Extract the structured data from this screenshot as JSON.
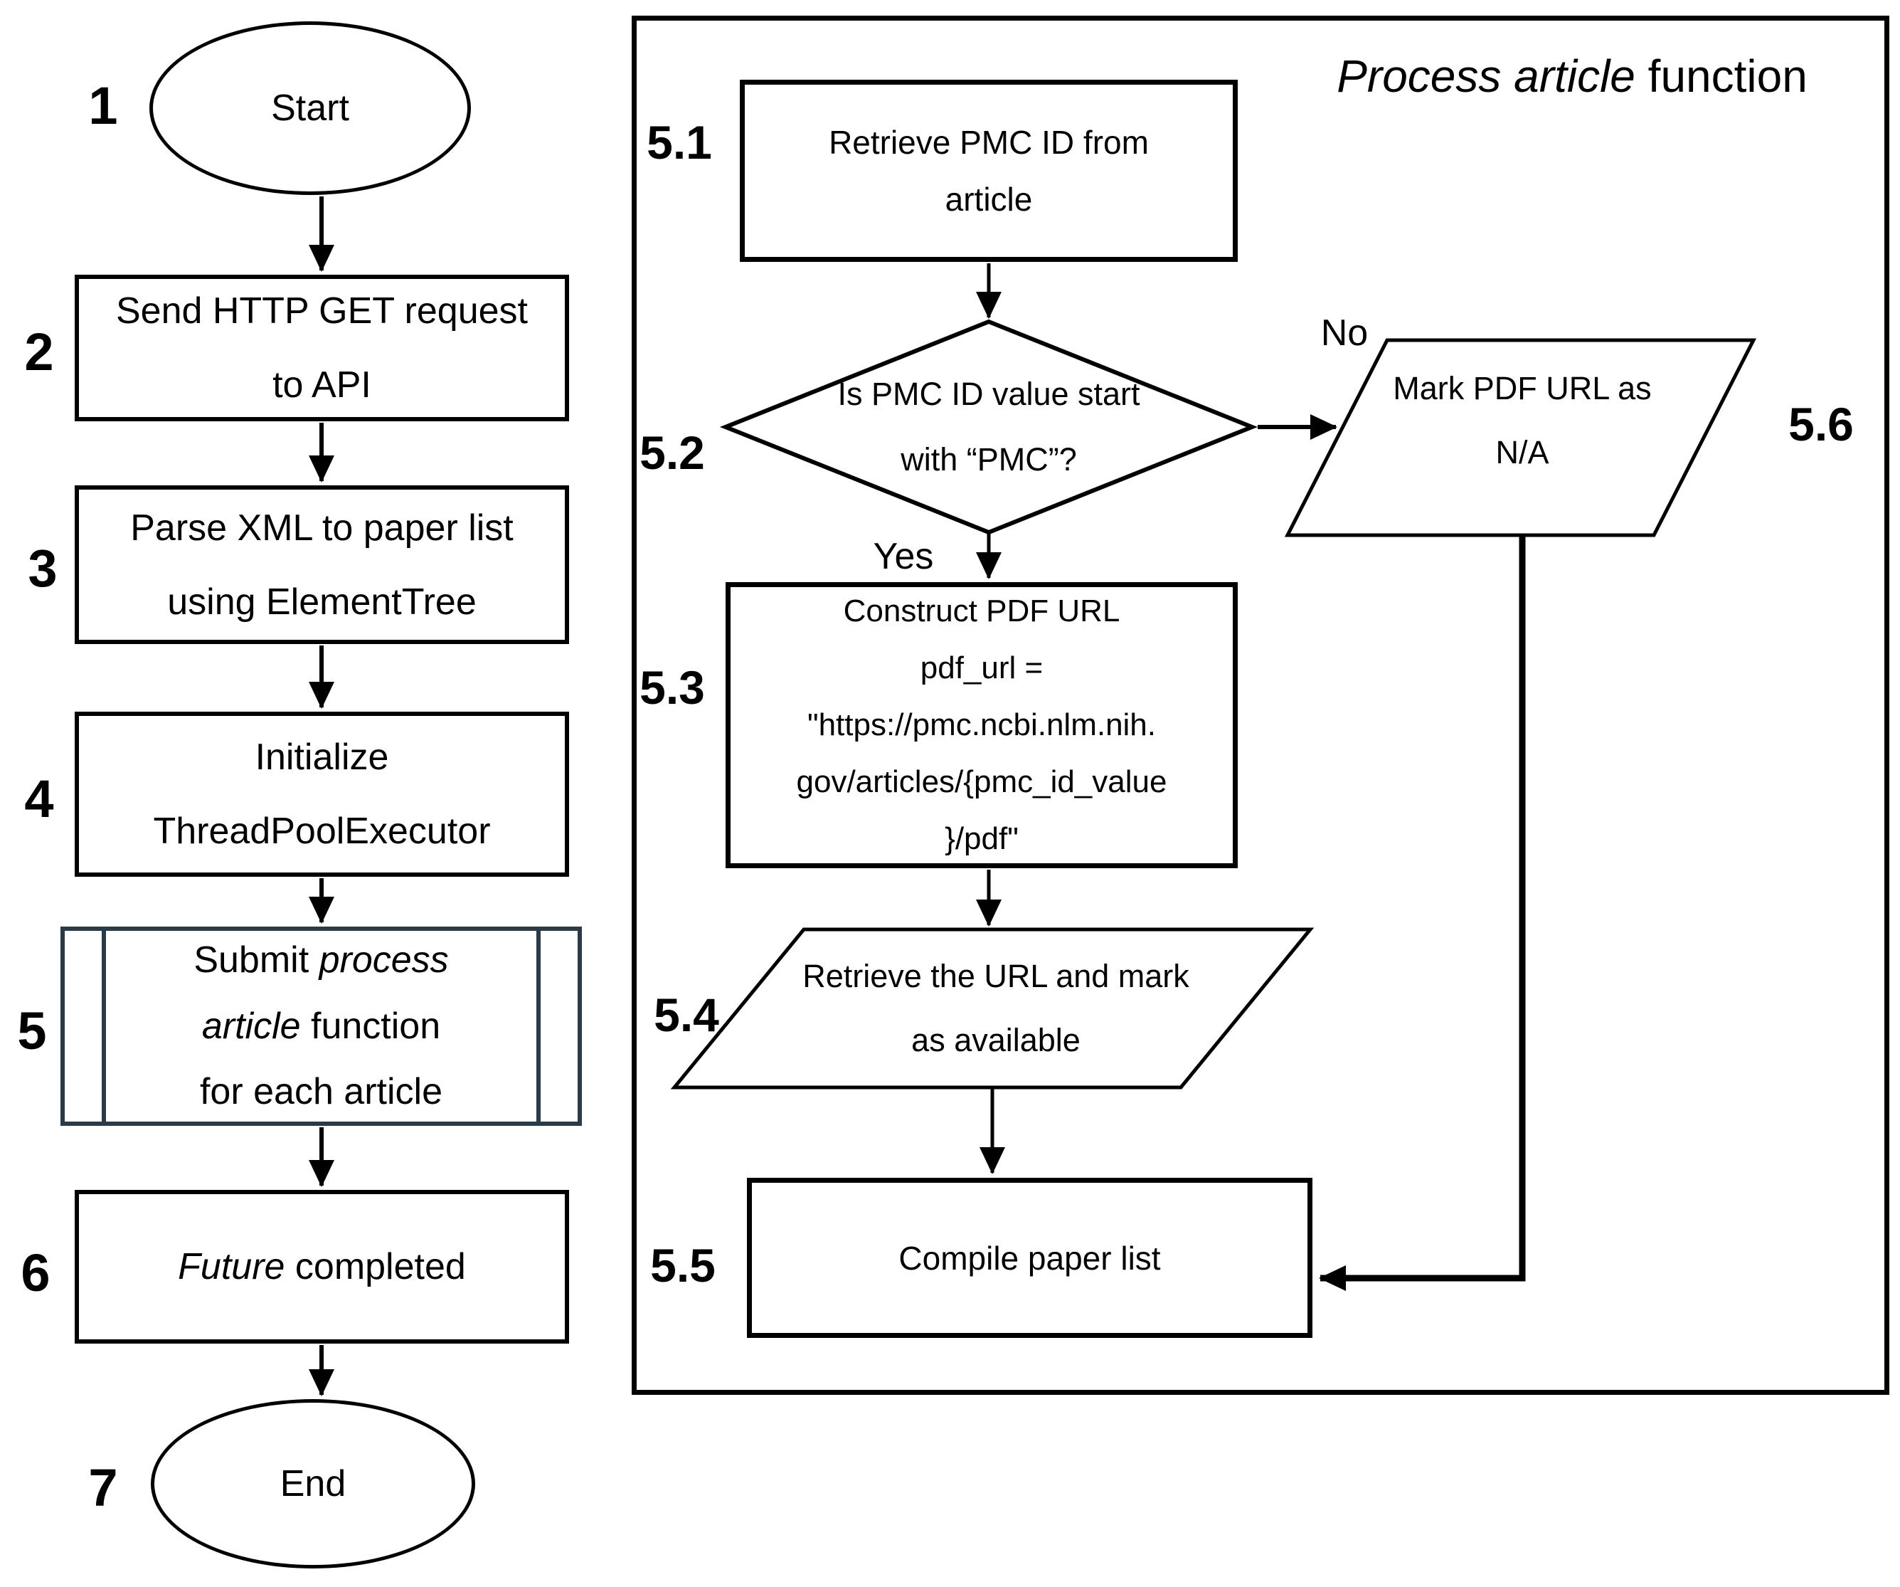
{
  "colors": {
    "stroke": "#000000",
    "predefined_border": "#2b3a47",
    "background": "#ffffff"
  },
  "left_flow": {
    "steps": [
      {
        "num": "1",
        "shape": "terminator",
        "label": "Start"
      },
      {
        "num": "2",
        "shape": "process",
        "line1": "Send HTTP GET request",
        "line2": "to API"
      },
      {
        "num": "3",
        "shape": "process",
        "line1": "Parse XML to paper list",
        "line2": "using ElementTree"
      },
      {
        "num": "4",
        "shape": "process",
        "line1": "Initialize",
        "line2": "ThreadPoolExecutor"
      },
      {
        "num": "5",
        "shape": "predefined-process",
        "l1a": "Submit ",
        "l1b": "process",
        "l2a": "article",
        "l2b": " function",
        "l3": "for each article"
      },
      {
        "num": "6",
        "shape": "process",
        "l1a": "Future",
        "l1b": " completed"
      },
      {
        "num": "7",
        "shape": "terminator",
        "label": "End"
      }
    ]
  },
  "panel": {
    "title_italic": "Process article",
    "title_rest": " function",
    "branch": {
      "no": "No",
      "yes": "Yes"
    },
    "steps": {
      "s51": {
        "num": "5.1",
        "line1": "Retrieve PMC ID from",
        "line2": "article"
      },
      "s52": {
        "num": "5.2",
        "line1": "Is PMC ID value start",
        "line2": "with “PMC”?"
      },
      "s53": {
        "num": "5.3",
        "lines": [
          "Construct PDF URL",
          "pdf_url =",
          "\"https://pmc.ncbi.nlm.nih.",
          "gov/articles/{pmc_id_value",
          "}/pdf\""
        ]
      },
      "s54": {
        "num": "5.4",
        "line1": "Retrieve the URL and mark",
        "line2": "as available"
      },
      "s55": {
        "num": "5.5",
        "line1": "Compile paper list"
      },
      "s56": {
        "num": "5.6",
        "line1": "Mark PDF URL as",
        "line2": "N/A"
      }
    }
  }
}
